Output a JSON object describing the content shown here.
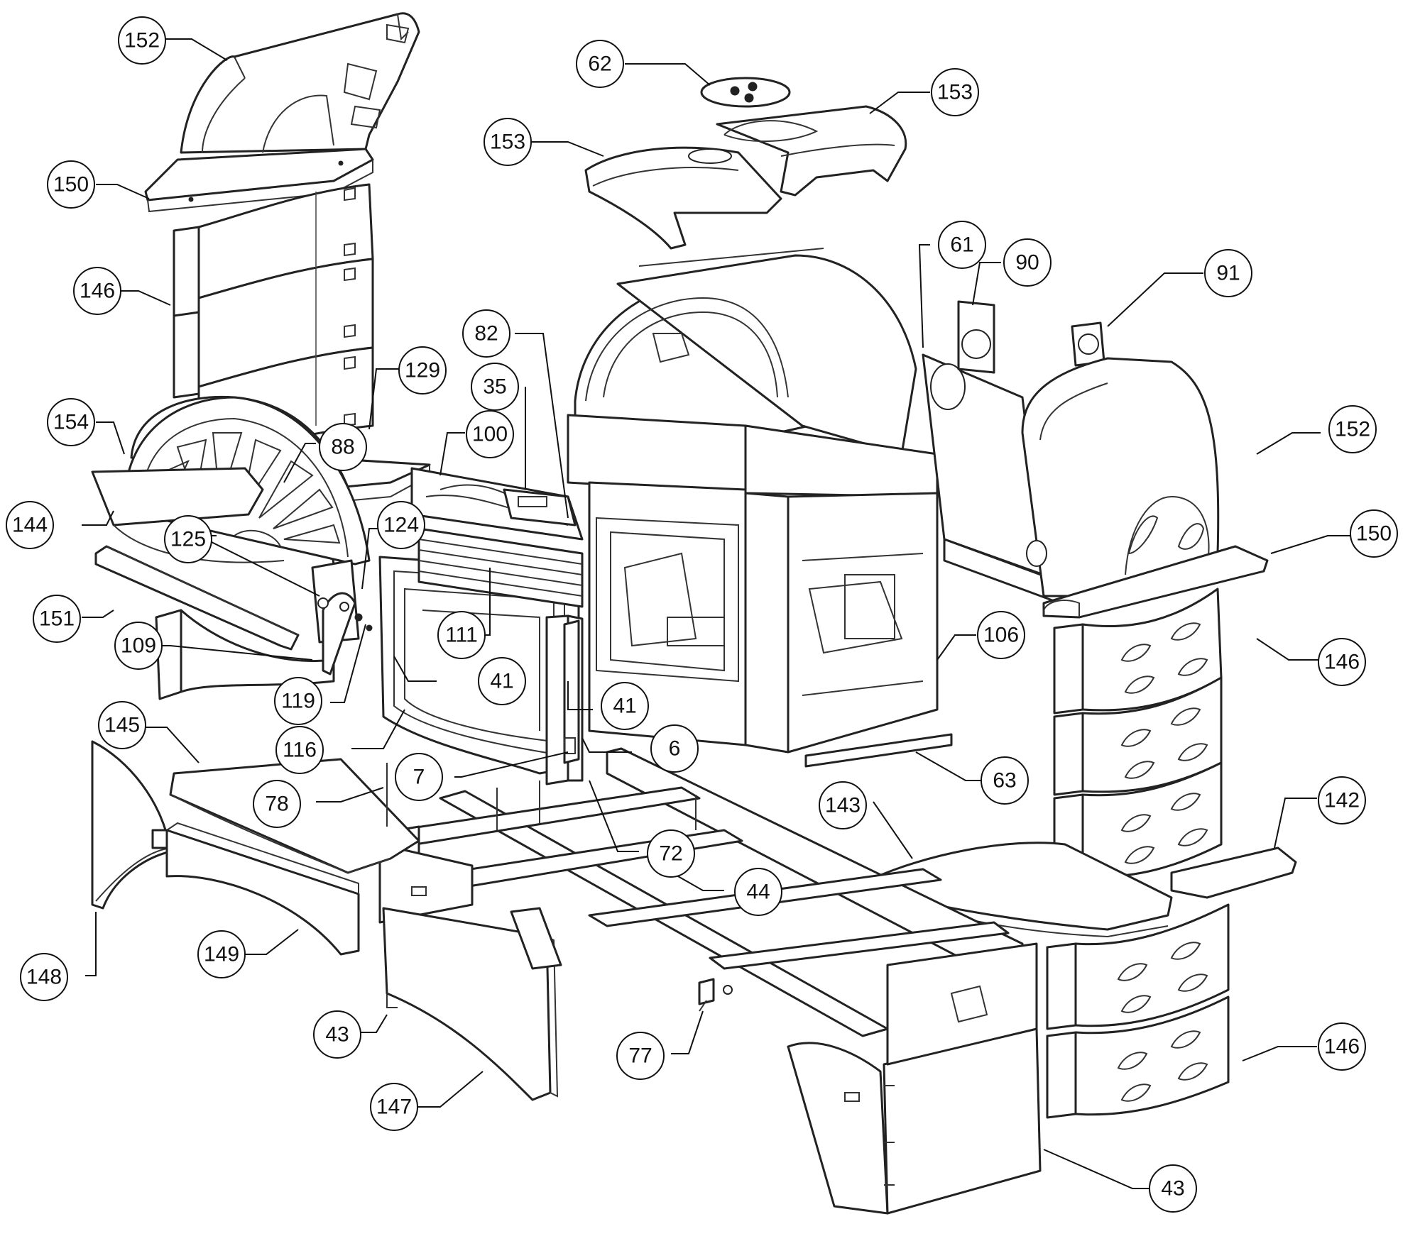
{
  "parts": [
    {
      "id": "p152a",
      "label": "152"
    },
    {
      "id": "p62",
      "label": "62"
    },
    {
      "id": "p153b",
      "label": "153"
    },
    {
      "id": "p153a",
      "label": "153"
    },
    {
      "id": "p150a",
      "label": "150"
    },
    {
      "id": "p146a",
      "label": "146"
    },
    {
      "id": "p61",
      "label": "61"
    },
    {
      "id": "p90",
      "label": "90"
    },
    {
      "id": "p91",
      "label": "91"
    },
    {
      "id": "p82",
      "label": "82"
    },
    {
      "id": "p129",
      "label": "129"
    },
    {
      "id": "p35",
      "label": "35"
    },
    {
      "id": "p154",
      "label": "154"
    },
    {
      "id": "p88",
      "label": "88"
    },
    {
      "id": "p100",
      "label": "100"
    },
    {
      "id": "p152b",
      "label": "152"
    },
    {
      "id": "p144",
      "label": "144"
    },
    {
      "id": "p124",
      "label": "124"
    },
    {
      "id": "p125",
      "label": "125"
    },
    {
      "id": "p150b",
      "label": "150"
    },
    {
      "id": "p151",
      "label": "151"
    },
    {
      "id": "p111",
      "label": "111"
    },
    {
      "id": "p106",
      "label": "106"
    },
    {
      "id": "p109",
      "label": "109"
    },
    {
      "id": "p146b",
      "label": "146"
    },
    {
      "id": "p41a",
      "label": "41"
    },
    {
      "id": "p41b",
      "label": "41"
    },
    {
      "id": "p119",
      "label": "119"
    },
    {
      "id": "p145",
      "label": "145"
    },
    {
      "id": "p116",
      "label": "116"
    },
    {
      "id": "p6",
      "label": "6"
    },
    {
      "id": "p7",
      "label": "7"
    },
    {
      "id": "p63",
      "label": "63"
    },
    {
      "id": "p78",
      "label": "78"
    },
    {
      "id": "p143",
      "label": "143"
    },
    {
      "id": "p142",
      "label": "142"
    },
    {
      "id": "p72",
      "label": "72"
    },
    {
      "id": "p44",
      "label": "44"
    },
    {
      "id": "p149",
      "label": "149"
    },
    {
      "id": "p148",
      "label": "148"
    },
    {
      "id": "p43a",
      "label": "43"
    },
    {
      "id": "p77",
      "label": "77"
    },
    {
      "id": "p146c",
      "label": "146"
    },
    {
      "id": "p147",
      "label": "147"
    },
    {
      "id": "p43b",
      "label": "43"
    }
  ]
}
